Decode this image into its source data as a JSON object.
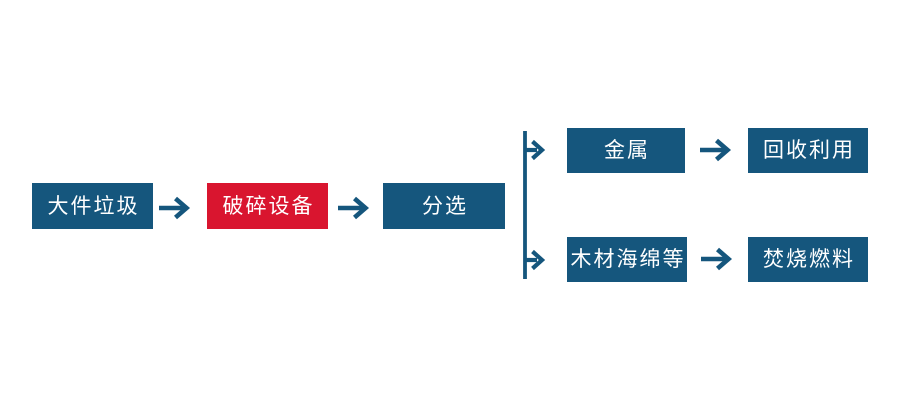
{
  "colors": {
    "node_primary": "#15567D",
    "node_highlight": "#D9152F",
    "connector": "#15567D",
    "node_text": "#FFFFFF",
    "canvas_background": "#FFFFFF"
  },
  "nodes": {
    "bulky_waste": {
      "label": "大件垃圾"
    },
    "crushing_equipment": {
      "label": "破碎设备"
    },
    "sorting": {
      "label": "分选"
    },
    "metal": {
      "label": "金属"
    },
    "recycling": {
      "label": "回收利用"
    },
    "wood_sponge_etc": {
      "label": "木材海绵等"
    },
    "incineration_fuel": {
      "label": "焚烧燃料"
    }
  },
  "edges": [
    {
      "from": "bulky_waste",
      "to": "crushing_equipment"
    },
    {
      "from": "crushing_equipment",
      "to": "sorting"
    },
    {
      "from": "sorting",
      "to": "metal"
    },
    {
      "from": "sorting",
      "to": "wood_sponge_etc"
    },
    {
      "from": "metal",
      "to": "recycling"
    },
    {
      "from": "wood_sponge_etc",
      "to": "incineration_fuel"
    }
  ],
  "icons": {
    "flow_arrow": "→",
    "fork": "vertical line with two right arrows"
  }
}
